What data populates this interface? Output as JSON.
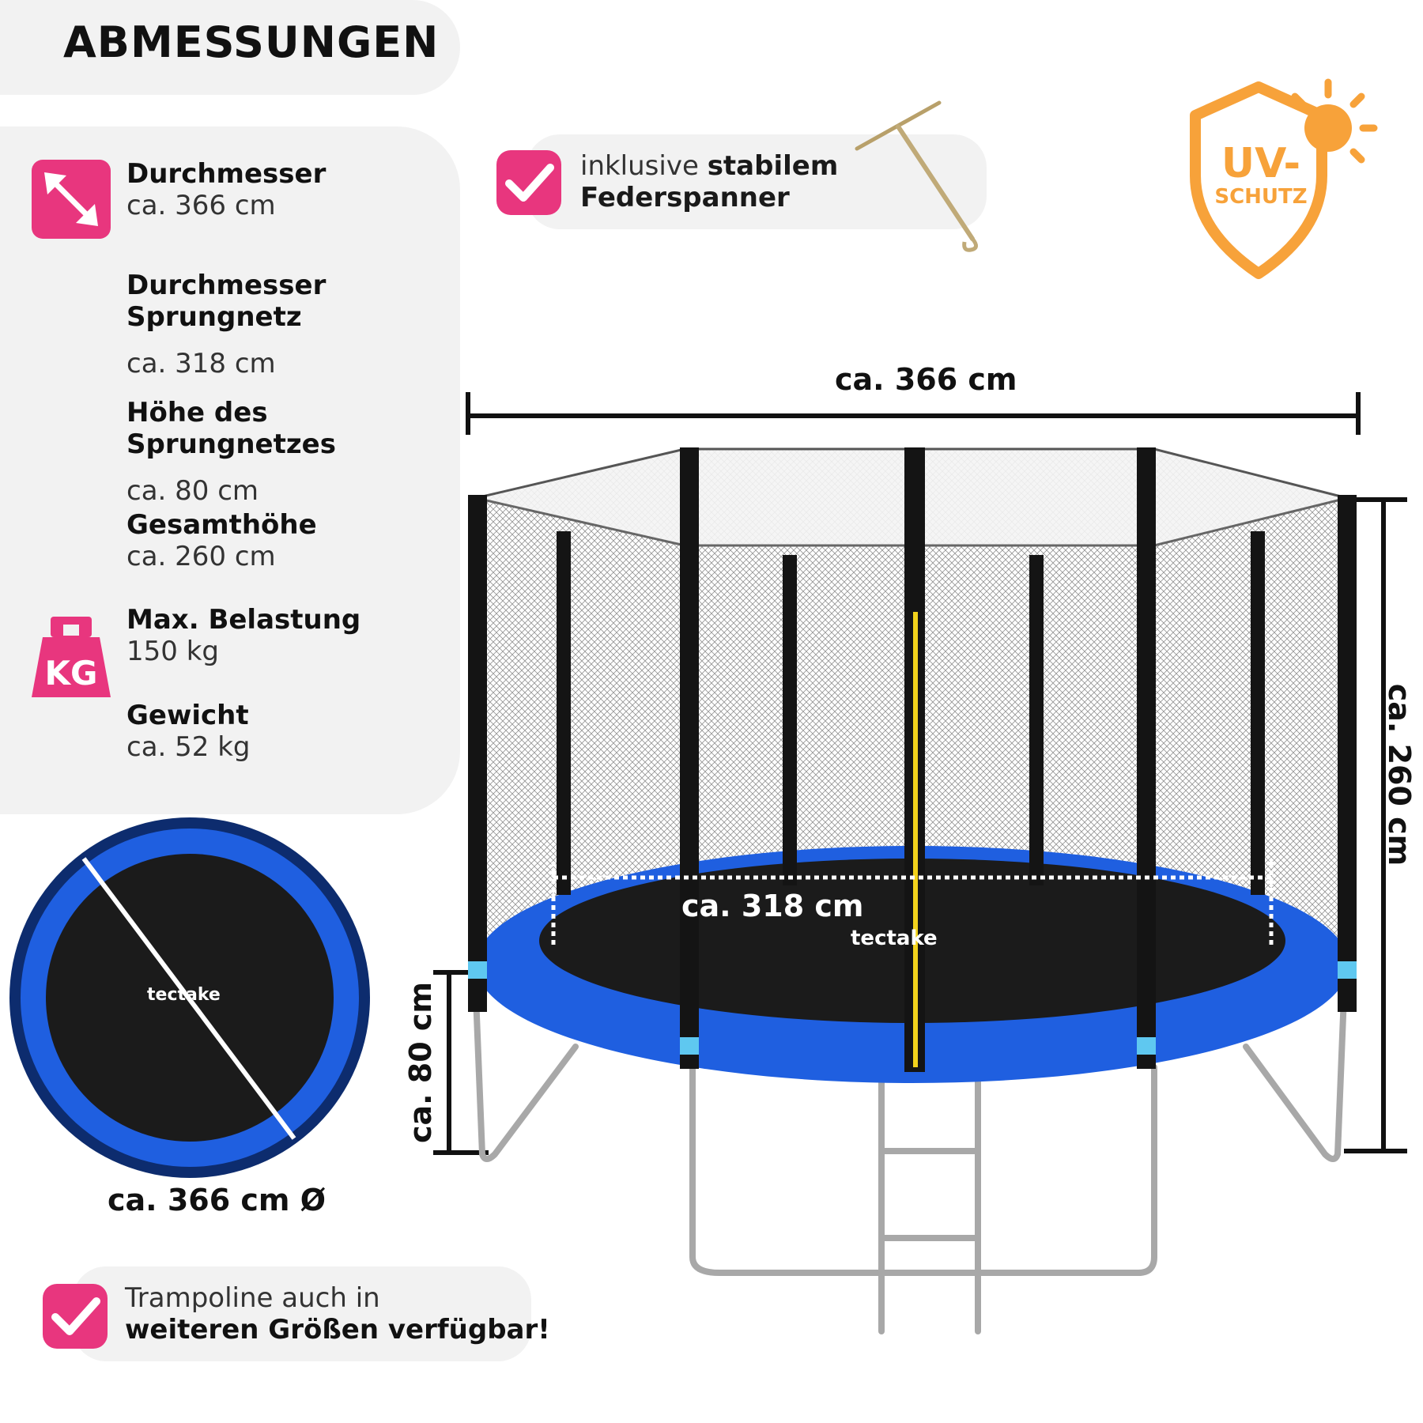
{
  "header": {
    "title": "ABMESSUNGEN"
  },
  "specs": [
    {
      "label": "Durchmesser",
      "value": "ca. 366 cm",
      "icon": "diameter-arrow-icon"
    },
    {
      "label": "Durchmesser\nSprungnetz",
      "value": "ca. 318 cm"
    },
    {
      "label": "Höhe des\nSprungnetzes",
      "value": "ca. 80 cm"
    },
    {
      "label": "Gesamthöhe",
      "value": "ca. 260 cm"
    },
    {
      "label": "Max. Belastung",
      "value": "150 kg",
      "icon": "kg-weight-icon"
    },
    {
      "label": "Gewicht",
      "value": "ca. 52 kg"
    }
  ],
  "badges": {
    "spanner_note": {
      "light": "inklusive ",
      "bold1": "stabilem",
      "bold2": "Federspanner"
    },
    "uv": {
      "line1": "UV-",
      "line2": "SCHUTZ"
    },
    "sizes_note": {
      "line1": "Trampoline auch in",
      "line2": "weiteren Größen verfügbar!"
    }
  },
  "dimensions": {
    "width": "ca. 366 cm",
    "total_height": "ca. 260 cm",
    "leg_height": "ca. 80 cm",
    "mat_diameter": "ca. 318 cm",
    "top_view_diameter": "ca. 366 cm Ø"
  },
  "brand": "tectake",
  "colors": {
    "accent_pink": "#e8367e",
    "uv_orange": "#f7a23a",
    "pad_blue": "#1f5fe0",
    "mat_black": "#1b1b1b",
    "panel_gray": "#f2f2f2"
  }
}
